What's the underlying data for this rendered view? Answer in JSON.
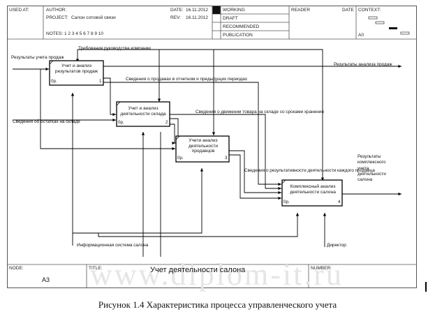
{
  "header": {
    "used_at": "USED AT:",
    "author_label": "AUTHOR:",
    "project_label": "PROJECT:",
    "project_value": "Салон сотовой связи",
    "date_label": "DATE:",
    "date_value": "16.11.2012",
    "rev_label": "REV:",
    "rev_value": "16.11.2012",
    "notes": "NOTES:  1  2  3  4  5  6  7  8  9  10",
    "status": [
      "WORKING",
      "DRAFT",
      "RECOMMENDED",
      "PUBLICATION"
    ],
    "reader_label": "READER",
    "reader_date_label": "DATE",
    "context_label": "CONTEXT:",
    "context_node": "A0"
  },
  "diagram": {
    "boxes": [
      {
        "title": "Учет и анализ результатов продаж",
        "cost": "0р.",
        "number": "1"
      },
      {
        "title": "Учет и анализ деятельности склада",
        "cost": "0р.",
        "number": "2"
      },
      {
        "title": "Учети анализ деятельности продавцов",
        "cost": "0р.",
        "number": "3"
      },
      {
        "title": "Комплексный анализ деятельности салона",
        "cost": "0р.",
        "number": "4"
      }
    ],
    "labels": {
      "sales_results_in": "Результаты учета продаж",
      "management_requirements": "Требования руководства компании",
      "sales_analysis_out": "Результаты анализа продаж",
      "sales_periods": "Сведения о продажах в отчетном и предыдущих периодах",
      "stock_movement": "Сведения о движении товара на складе со сроками хранения",
      "stock_remains": "Сведения об остатках на складе",
      "seller_performance": "Сведения о результативности деятельности каждого продавца",
      "complex_results": "Результаты комплексного учета деятельности салона",
      "info_system": "Информационная система салона",
      "director": "Директор"
    }
  },
  "footer": {
    "node_label": "NODE:",
    "node_value": "A3",
    "title_label": "TITLE:",
    "title_value": "Учет деятельности  салона",
    "number_label": "NUMBER:"
  },
  "watermark": "www.diplom-it.ru",
  "caption": "Рисунок 1.4 Характеристика процесса управленческого учета"
}
